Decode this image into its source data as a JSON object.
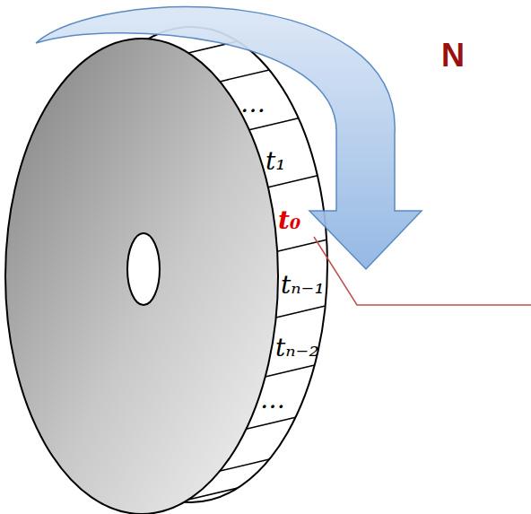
{
  "diagram": {
    "labels": [
      "…",
      "t₁",
      "t₀",
      "tₙ₋₁",
      "tₙ₋₂",
      "…",
      "N"
    ]
  }
}
